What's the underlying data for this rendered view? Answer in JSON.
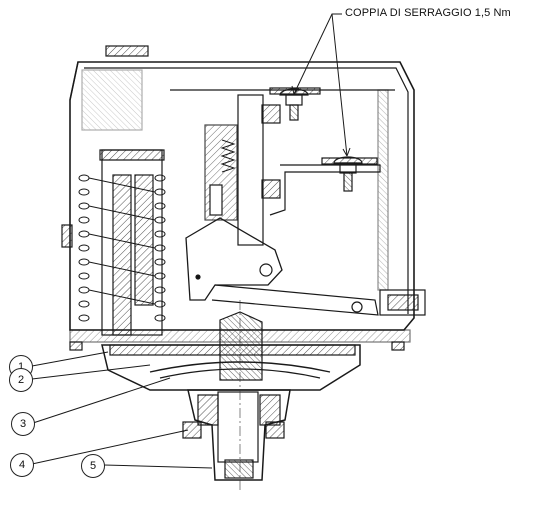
{
  "annotation": {
    "torque_label": "COPPIA DI SERRAGGIO 1,5 Nm"
  },
  "callouts": [
    "1",
    "2",
    "3",
    "4",
    "5"
  ]
}
